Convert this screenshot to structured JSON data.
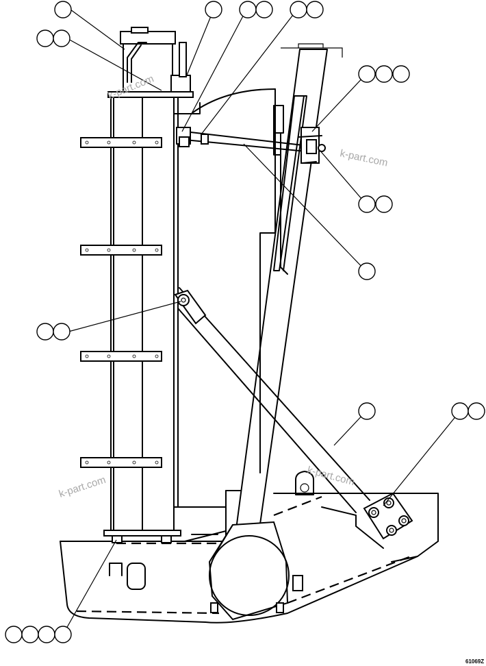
{
  "watermarks": [
    "k-part.com",
    "k-part.com",
    "k-part.com",
    "k-part.com"
  ],
  "figure_code": "61069Z"
}
